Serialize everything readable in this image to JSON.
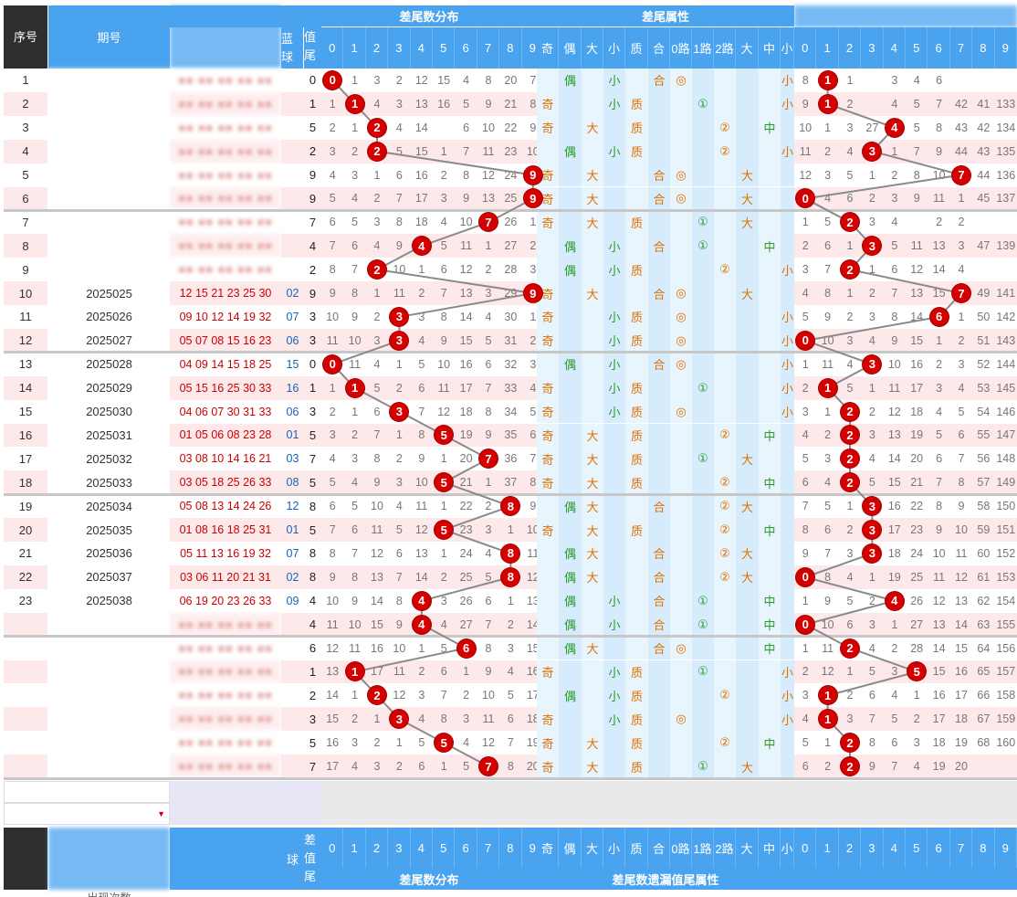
{
  "header": {
    "seq": "序号",
    "period": "期号",
    "blue": "蓝球",
    "tail": "差值尾",
    "dist_title": "差尾数分布",
    "attr_title": "差尾属性",
    "attr_labels": [
      "奇",
      "偶",
      "大",
      "小",
      "质",
      "合",
      "0路",
      "1路",
      "2路",
      "大",
      "中",
      "小"
    ],
    "digits": [
      "0",
      "1",
      "2",
      "3",
      "4",
      "5",
      "6",
      "7",
      "8",
      "9"
    ]
  },
  "footer": {
    "blue": "球",
    "tail": "差值尾",
    "dist_title": "差尾数分布",
    "attr_title": "差尾数遗漏值尾属性",
    "count_label": "出现次数"
  },
  "colors": {
    "header_blue": "#4aa3ef",
    "header_dark": "#2f2f2f",
    "ball_red": "#d40000",
    "row_pink": "#fde9ea",
    "attr_blue": "#d6ecfc",
    "attr_orange": "#e07000",
    "attr_green": "#2a9a2a"
  },
  "rows": [
    {
      "seq": "1",
      "period": "",
      "reds": "",
      "blue": "",
      "tail": "0",
      "dist": [
        "",
        "1",
        "3",
        "2",
        "12",
        "15",
        "4",
        "8",
        "20",
        "7"
      ],
      "attrs": [
        "",
        "偶",
        "",
        "小",
        "",
        "合",
        "◎",
        "",
        "",
        "",
        "",
        "小"
      ],
      "miss": [
        "8",
        "",
        "1",
        "",
        "3",
        "4",
        "6",
        "",
        "",
        ""
      ]
    },
    {
      "seq": "2",
      "period": "",
      "reds": "",
      "blue": "",
      "tail": "1",
      "dist": [
        "1",
        "",
        "4",
        "3",
        "13",
        "16",
        "5",
        "9",
        "21",
        "8"
      ],
      "attrs": [
        "奇",
        "",
        "",
        "小",
        "质",
        "",
        "",
        "①",
        "",
        "",
        "",
        "小"
      ],
      "miss": [
        "9",
        "",
        "2",
        "",
        "4",
        "5",
        "7",
        "42",
        "41",
        "133"
      ]
    },
    {
      "seq": "3",
      "period": "",
      "reds": "",
      "blue": "",
      "tail": "5",
      "dist": [
        "2",
        "1",
        "5",
        "4",
        "14",
        "",
        "6",
        "10",
        "22",
        "9"
      ],
      "attrs": [
        "奇",
        "",
        "大",
        "",
        "质",
        "",
        "",
        "",
        "②",
        "",
        "中",
        ""
      ],
      "miss": [
        "10",
        "1",
        "3",
        "27",
        "",
        "5",
        "8",
        "43",
        "42",
        "134"
      ]
    },
    {
      "seq": "4",
      "period": "",
      "reds": "",
      "blue": "",
      "tail": "2",
      "dist": [
        "3",
        "2",
        "",
        "5",
        "15",
        "1",
        "7",
        "11",
        "23",
        "10"
      ],
      "attrs": [
        "",
        "偶",
        "",
        "小",
        "质",
        "",
        "",
        "",
        "②",
        "",
        "",
        "小"
      ],
      "miss": [
        "11",
        "2",
        "4",
        "",
        "1",
        "7",
        "9",
        "44",
        "43",
        "135"
      ]
    },
    {
      "seq": "5",
      "period": "",
      "reds": "",
      "blue": "",
      "tail": "9",
      "dist": [
        "4",
        "3",
        "1",
        "6",
        "16",
        "2",
        "8",
        "12",
        "24",
        ""
      ],
      "attrs": [
        "奇",
        "",
        "大",
        "",
        "",
        "合",
        "◎",
        "",
        "",
        "大",
        "",
        ""
      ],
      "miss": [
        "12",
        "3",
        "5",
        "1",
        "2",
        "8",
        "10",
        "",
        "44",
        "136"
      ]
    },
    {
      "seq": "6",
      "period": "",
      "reds": "",
      "blue": "",
      "tail": "9",
      "dist": [
        "5",
        "4",
        "2",
        "7",
        "17",
        "3",
        "9",
        "13",
        "25",
        ""
      ],
      "attrs": [
        "奇",
        "",
        "大",
        "",
        "",
        "合",
        "◎",
        "",
        "",
        "大",
        "",
        ""
      ],
      "miss": [
        "",
        "4",
        "6",
        "2",
        "3",
        "9",
        "11",
        "1",
        "45",
        "137"
      ]
    },
    {
      "seq": "7",
      "period": "",
      "reds": "",
      "blue": "",
      "tail": "7",
      "dist": [
        "6",
        "5",
        "3",
        "8",
        "18",
        "4",
        "10",
        "",
        "26",
        "1"
      ],
      "attrs": [
        "奇",
        "",
        "大",
        "",
        "质",
        "",
        "",
        "①",
        "",
        "大",
        "",
        ""
      ],
      "miss": [
        "1",
        "5",
        "",
        "3",
        "4",
        "",
        "2",
        "2",
        "",
        ""
      ]
    },
    {
      "seq": "8",
      "period": "",
      "reds": "",
      "blue": "",
      "tail": "4",
      "dist": [
        "7",
        "6",
        "4",
        "9",
        "",
        "5",
        "11",
        "1",
        "27",
        "2"
      ],
      "attrs": [
        "",
        "偶",
        "",
        "小",
        "",
        "合",
        "",
        "①",
        "",
        "",
        "中",
        ""
      ],
      "miss": [
        "2",
        "6",
        "1",
        "",
        "5",
        "11",
        "13",
        "3",
        "47",
        "139"
      ]
    },
    {
      "seq": "9",
      "period": "",
      "reds": "",
      "blue": "",
      "tail": "2",
      "dist": [
        "8",
        "7",
        "",
        "10",
        "1",
        "6",
        "12",
        "2",
        "28",
        "3"
      ],
      "attrs": [
        "",
        "偶",
        "",
        "小",
        "质",
        "",
        "",
        "",
        "②",
        "",
        "",
        "小"
      ],
      "miss": [
        "3",
        "7",
        "",
        "1",
        "6",
        "12",
        "14",
        "4",
        "",
        ""
      ]
    },
    {
      "seq": "10",
      "period": "2025025",
      "reds": "12 15 21 23 25 30",
      "blue": "02",
      "tail": "9",
      "dist": [
        "9",
        "8",
        "1",
        "11",
        "2",
        "7",
        "13",
        "3",
        "29",
        ""
      ],
      "attrs": [
        "奇",
        "",
        "大",
        "",
        "",
        "合",
        "◎",
        "",
        "",
        "大",
        "",
        ""
      ],
      "miss": [
        "4",
        "8",
        "1",
        "2",
        "7",
        "13",
        "15",
        "",
        "49",
        "141"
      ]
    },
    {
      "seq": "11",
      "period": "2025026",
      "reds": "09 10 12 14 19 32",
      "blue": "07",
      "tail": "3",
      "dist": [
        "10",
        "9",
        "2",
        "",
        "3",
        "8",
        "14",
        "4",
        "30",
        "1"
      ],
      "attrs": [
        "奇",
        "",
        "",
        "小",
        "质",
        "",
        "◎",
        "",
        "",
        "",
        "",
        "小"
      ],
      "miss": [
        "5",
        "9",
        "2",
        "3",
        "8",
        "14",
        "",
        "1",
        "50",
        "142"
      ]
    },
    {
      "seq": "12",
      "period": "2025027",
      "reds": "05 07 08 15 16 23",
      "blue": "06",
      "tail": "3",
      "dist": [
        "11",
        "10",
        "3",
        "",
        "4",
        "9",
        "15",
        "5",
        "31",
        "2"
      ],
      "attrs": [
        "奇",
        "",
        "",
        "小",
        "质",
        "",
        "◎",
        "",
        "",
        "",
        "",
        "小"
      ],
      "miss": [
        "",
        "10",
        "3",
        "4",
        "9",
        "15",
        "1",
        "2",
        "51",
        "143"
      ]
    },
    {
      "seq": "13",
      "period": "2025028",
      "reds": "04 09 14 15 18 25",
      "blue": "15",
      "tail": "0",
      "dist": [
        "",
        "11",
        "4",
        "1",
        "5",
        "10",
        "16",
        "6",
        "32",
        "3"
      ],
      "attrs": [
        "",
        "偶",
        "",
        "小",
        "",
        "合",
        "◎",
        "",
        "",
        "",
        "",
        "小"
      ],
      "miss": [
        "1",
        "11",
        "4",
        "",
        "10",
        "16",
        "2",
        "3",
        "52",
        "144"
      ]
    },
    {
      "seq": "14",
      "period": "2025029",
      "reds": "05 15 16 25 30 33",
      "blue": "16",
      "tail": "1",
      "dist": [
        "1",
        "",
        "5",
        "2",
        "6",
        "11",
        "17",
        "7",
        "33",
        "4"
      ],
      "attrs": [
        "奇",
        "",
        "",
        "小",
        "质",
        "",
        "",
        "①",
        "",
        "",
        "",
        "小"
      ],
      "miss": [
        "2",
        "",
        "5",
        "1",
        "11",
        "17",
        "3",
        "4",
        "53",
        "145"
      ]
    },
    {
      "seq": "15",
      "period": "2025030",
      "reds": "04 06 07 30 31 33",
      "blue": "06",
      "tail": "3",
      "dist": [
        "2",
        "1",
        "6",
        "",
        "7",
        "12",
        "18",
        "8",
        "34",
        "5"
      ],
      "attrs": [
        "奇",
        "",
        "",
        "小",
        "质",
        "",
        "◎",
        "",
        "",
        "",
        "",
        "小"
      ],
      "miss": [
        "3",
        "1",
        "",
        "2",
        "12",
        "18",
        "4",
        "5",
        "54",
        "146"
      ]
    },
    {
      "seq": "16",
      "period": "2025031",
      "reds": "01 05 06 08 23 28",
      "blue": "01",
      "tail": "5",
      "dist": [
        "3",
        "2",
        "7",
        "1",
        "8",
        "",
        "19",
        "9",
        "35",
        "6"
      ],
      "attrs": [
        "奇",
        "",
        "大",
        "",
        "质",
        "",
        "",
        "",
        "②",
        "",
        "中",
        ""
      ],
      "miss": [
        "4",
        "2",
        "",
        "3",
        "13",
        "19",
        "5",
        "6",
        "55",
        "147"
      ]
    },
    {
      "seq": "17",
      "period": "2025032",
      "reds": "03 08 10 14 16 21",
      "blue": "03",
      "tail": "7",
      "dist": [
        "4",
        "3",
        "8",
        "2",
        "9",
        "1",
        "20",
        "",
        "36",
        "7"
      ],
      "attrs": [
        "奇",
        "",
        "大",
        "",
        "质",
        "",
        "",
        "①",
        "",
        "大",
        "",
        ""
      ],
      "miss": [
        "5",
        "3",
        "",
        "4",
        "14",
        "20",
        "6",
        "7",
        "56",
        "148"
      ]
    },
    {
      "seq": "18",
      "period": "2025033",
      "reds": "03 05 18 25 26 33",
      "blue": "08",
      "tail": "5",
      "dist": [
        "5",
        "4",
        "9",
        "3",
        "10",
        "",
        "21",
        "1",
        "37",
        "8"
      ],
      "attrs": [
        "奇",
        "",
        "大",
        "",
        "质",
        "",
        "",
        "",
        "②",
        "",
        "中",
        ""
      ],
      "miss": [
        "6",
        "4",
        "",
        "5",
        "15",
        "21",
        "7",
        "8",
        "57",
        "149"
      ]
    },
    {
      "seq": "19",
      "period": "2025034",
      "reds": "05 08 13 14 24 26",
      "blue": "12",
      "tail": "8",
      "dist": [
        "6",
        "5",
        "10",
        "4",
        "11",
        "1",
        "22",
        "2",
        "",
        "9"
      ],
      "attrs": [
        "",
        "偶",
        "大",
        "",
        "",
        "合",
        "",
        "",
        "②",
        "大",
        "",
        ""
      ],
      "miss": [
        "7",
        "5",
        "1",
        "",
        "16",
        "22",
        "8",
        "9",
        "58",
        "150"
      ]
    },
    {
      "seq": "20",
      "period": "2025035",
      "reds": "01 08 16 18 25 31",
      "blue": "01",
      "tail": "5",
      "dist": [
        "7",
        "6",
        "11",
        "5",
        "12",
        "",
        "23",
        "3",
        "1",
        "10"
      ],
      "attrs": [
        "奇",
        "",
        "大",
        "",
        "质",
        "",
        "",
        "",
        "②",
        "",
        "中",
        ""
      ],
      "miss": [
        "8",
        "6",
        "2",
        "",
        "17",
        "23",
        "9",
        "10",
        "59",
        "151"
      ]
    },
    {
      "seq": "21",
      "period": "2025036",
      "reds": "05 11 13 16 19 32",
      "blue": "07",
      "tail": "8",
      "dist": [
        "8",
        "7",
        "12",
        "6",
        "13",
        "1",
        "24",
        "4",
        "",
        "11"
      ],
      "attrs": [
        "",
        "偶",
        "大",
        "",
        "",
        "合",
        "",
        "",
        "②",
        "大",
        "",
        ""
      ],
      "miss": [
        "9",
        "7",
        "3",
        "",
        "18",
        "24",
        "10",
        "11",
        "60",
        "152"
      ]
    },
    {
      "seq": "22",
      "period": "2025037",
      "reds": "03 06 11 20 21 31",
      "blue": "02",
      "tail": "8",
      "dist": [
        "9",
        "8",
        "13",
        "7",
        "14",
        "2",
        "25",
        "5",
        "",
        "12"
      ],
      "attrs": [
        "",
        "偶",
        "大",
        "",
        "",
        "合",
        "",
        "",
        "②",
        "大",
        "",
        ""
      ],
      "miss": [
        "",
        "8",
        "4",
        "1",
        "19",
        "25",
        "11",
        "12",
        "61",
        "153"
      ]
    },
    {
      "seq": "23",
      "period": "2025038",
      "reds": "06 19 20 23 26 33",
      "blue": "09",
      "tail": "4",
      "dist": [
        "10",
        "9",
        "14",
        "8",
        "",
        "3",
        "26",
        "6",
        "1",
        "13"
      ],
      "attrs": [
        "",
        "偶",
        "",
        "小",
        "",
        "合",
        "",
        "①",
        "",
        "",
        "中",
        ""
      ],
      "miss": [
        "1",
        "9",
        "5",
        "2",
        "",
        "26",
        "12",
        "13",
        "62",
        "154"
      ]
    },
    {
      "seq": "",
      "period": "",
      "reds": "",
      "blue": "",
      "tail": "4",
      "dist": [
        "11",
        "10",
        "15",
        "9",
        "",
        "4",
        "27",
        "7",
        "2",
        "14"
      ],
      "attrs": [
        "",
        "偶",
        "",
        "小",
        "",
        "合",
        "",
        "①",
        "",
        "",
        "中",
        ""
      ],
      "miss": [
        "",
        "10",
        "6",
        "3",
        "1",
        "27",
        "13",
        "14",
        "63",
        "155"
      ]
    },
    {
      "seq": "",
      "period": "",
      "reds": "",
      "blue": "",
      "tail": "6",
      "dist": [
        "12",
        "11",
        "16",
        "10",
        "1",
        "5",
        "",
        "8",
        "3",
        "15"
      ],
      "attrs": [
        "",
        "偶",
        "大",
        "",
        "",
        "合",
        "◎",
        "",
        "",
        "",
        "中",
        ""
      ],
      "miss": [
        "1",
        "11",
        "",
        "4",
        "2",
        "28",
        "14",
        "15",
        "64",
        "156"
      ]
    },
    {
      "seq": "",
      "period": "",
      "reds": "",
      "blue": "",
      "tail": "1",
      "dist": [
        "13",
        "",
        "17",
        "11",
        "2",
        "6",
        "1",
        "9",
        "4",
        "16"
      ],
      "attrs": [
        "奇",
        "",
        "",
        "小",
        "质",
        "",
        "",
        "①",
        "",
        "",
        "",
        "小"
      ],
      "miss": [
        "2",
        "12",
        "1",
        "5",
        "3",
        "",
        "15",
        "16",
        "65",
        "157"
      ]
    },
    {
      "seq": "",
      "period": "",
      "reds": "",
      "blue": "",
      "tail": "2",
      "dist": [
        "14",
        "1",
        "",
        "12",
        "3",
        "7",
        "2",
        "10",
        "5",
        "17"
      ],
      "attrs": [
        "",
        "偶",
        "",
        "小",
        "质",
        "",
        "",
        "",
        "②",
        "",
        "",
        "小"
      ],
      "miss": [
        "3",
        "",
        "2",
        "6",
        "4",
        "1",
        "16",
        "17",
        "66",
        "158"
      ]
    },
    {
      "seq": "",
      "period": "",
      "reds": "",
      "blue": "",
      "tail": "3",
      "dist": [
        "15",
        "2",
        "1",
        "",
        "4",
        "8",
        "3",
        "11",
        "6",
        "18"
      ],
      "attrs": [
        "奇",
        "",
        "",
        "小",
        "质",
        "",
        "◎",
        "",
        "",
        "",
        "",
        "小"
      ],
      "miss": [
        "4",
        "",
        "3",
        "7",
        "5",
        "2",
        "17",
        "18",
        "67",
        "159"
      ]
    },
    {
      "seq": "",
      "period": "",
      "reds": "",
      "blue": "",
      "tail": "5",
      "dist": [
        "16",
        "3",
        "2",
        "1",
        "5",
        "",
        "4",
        "12",
        "7",
        "19"
      ],
      "attrs": [
        "奇",
        "",
        "大",
        "",
        "质",
        "",
        "",
        "",
        "②",
        "",
        "中",
        ""
      ],
      "miss": [
        "5",
        "1",
        "",
        "8",
        "6",
        "3",
        "18",
        "19",
        "68",
        "160"
      ]
    },
    {
      "seq": "",
      "period": "",
      "reds": "",
      "blue": "",
      "tail": "7",
      "dist": [
        "17",
        "4",
        "3",
        "2",
        "6",
        "1",
        "5",
        "",
        "8",
        "20"
      ],
      "attrs": [
        "奇",
        "",
        "大",
        "",
        "质",
        "",
        "",
        "①",
        "",
        "大",
        "",
        ""
      ],
      "miss": [
        "6",
        "2",
        "",
        "9",
        "7",
        "4",
        "19",
        "20",
        "",
        ""
      ]
    }
  ],
  "dist_positions": [
    0,
    1,
    2,
    2,
    9,
    9,
    7,
    4,
    2,
    9,
    3,
    3,
    0,
    1,
    3,
    5,
    7,
    5,
    8,
    5,
    8,
    8,
    4,
    4,
    6,
    1,
    2,
    3,
    5,
    7
  ],
  "miss_positions": [
    1,
    1,
    4,
    3,
    7,
    0,
    2,
    3,
    2,
    7,
    6,
    0,
    3,
    1,
    2,
    2,
    2,
    2,
    3,
    3,
    3,
    0,
    4,
    0,
    2,
    5,
    1,
    1,
    2,
    2
  ],
  "blurred_rows": [
    1,
    2,
    3,
    4,
    5,
    6,
    7,
    8,
    9,
    24,
    25,
    26,
    27,
    28,
    29,
    30
  ]
}
